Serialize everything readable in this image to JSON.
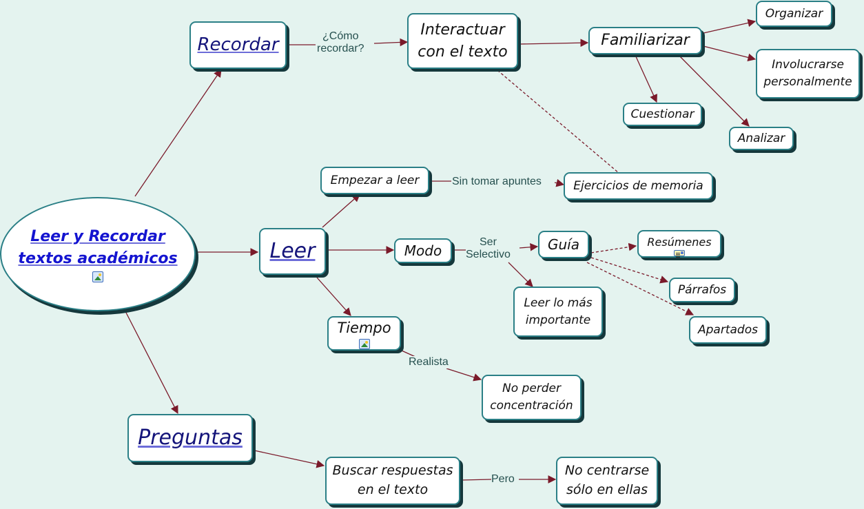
{
  "title": "Leer y Recordar textos académicos",
  "colors": {
    "background": "#e4f3ef",
    "node_border": "#2a7f86",
    "node_shadow": "#15383c",
    "arrow": "#7a1a2a",
    "link_text": "#14147a",
    "root_text": "#1414d0",
    "label_text": "#26504f"
  },
  "nodes": {
    "root": {
      "line1": "Leer y Recordar",
      "line2": "textos académicos",
      "resource": "image-resource-icon"
    },
    "recordar": {
      "text": "Recordar"
    },
    "interactuar": {
      "line1": "Interactuar",
      "line2": "con el texto"
    },
    "familiarizar": {
      "text": "Familiarizar"
    },
    "organizar": {
      "text": "Organizar"
    },
    "involucrarse": {
      "line1": "Involucrarse",
      "line2": "personalmente"
    },
    "cuestionar": {
      "text": "Cuestionar"
    },
    "analizar": {
      "text": "Analizar"
    },
    "empezar": {
      "text": "Empezar a leer"
    },
    "ejercicios": {
      "text": "Ejercicios de memoria"
    },
    "leer": {
      "text": "Leer"
    },
    "modo": {
      "text": "Modo"
    },
    "guia": {
      "text": "Guía"
    },
    "resumenes": {
      "text": "Resúmenes",
      "resource": "document-resource-icon"
    },
    "parrafos": {
      "text": "Párrafos"
    },
    "apartados": {
      "text": "Apartados"
    },
    "leer_importante": {
      "line1": "Leer lo más",
      "line2": "importante"
    },
    "tiempo": {
      "text": "Tiempo",
      "resource": "image-resource-icon"
    },
    "no_perder": {
      "line1": "No perder",
      "line2": "concentración"
    },
    "preguntas": {
      "text": "Preguntas"
    },
    "buscar": {
      "line1": "Buscar respuestas",
      "line2": "en el texto"
    },
    "no_centrarse": {
      "line1": "No centrarse",
      "line2": "sólo en ellas"
    }
  },
  "link_labels": {
    "como_recordar": {
      "line1": "¿Cómo",
      "line2": "recordar?"
    },
    "sin_tomar": "Sin tomar apuntes",
    "ser_selectivo": {
      "line1": "Ser",
      "line2": "Selectivo"
    },
    "realista": "Realista",
    "pero": "Pero"
  }
}
